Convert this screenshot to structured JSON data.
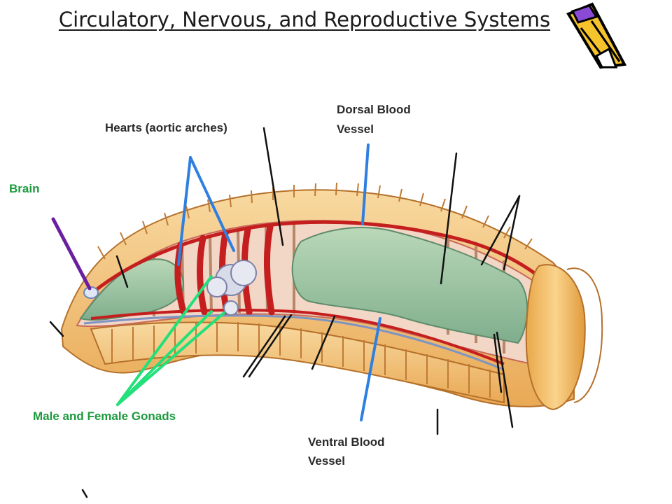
{
  "title": "Circulatory, Nervous, and Reproductive Systems",
  "labels": {
    "hearts": "Hearts (aortic arches)",
    "dorsal_line1": "Dorsal Blood",
    "dorsal_line2": "Vessel",
    "brain": "Brain",
    "gonads": "Male and Female Gonads",
    "ventral_line1": "Ventral Blood",
    "ventral_line2": "Vessel"
  },
  "colors": {
    "leader_blue": "#2f7fe0",
    "leader_green": "#22e07a",
    "leader_purple": "#6a1fa0",
    "leader_black": "#111111",
    "brain_label": "#1c9a3e",
    "gonads_label": "#1c9a3e",
    "text_dark": "#2a2a2a"
  },
  "icons": {
    "corner": "pencil-icon"
  }
}
